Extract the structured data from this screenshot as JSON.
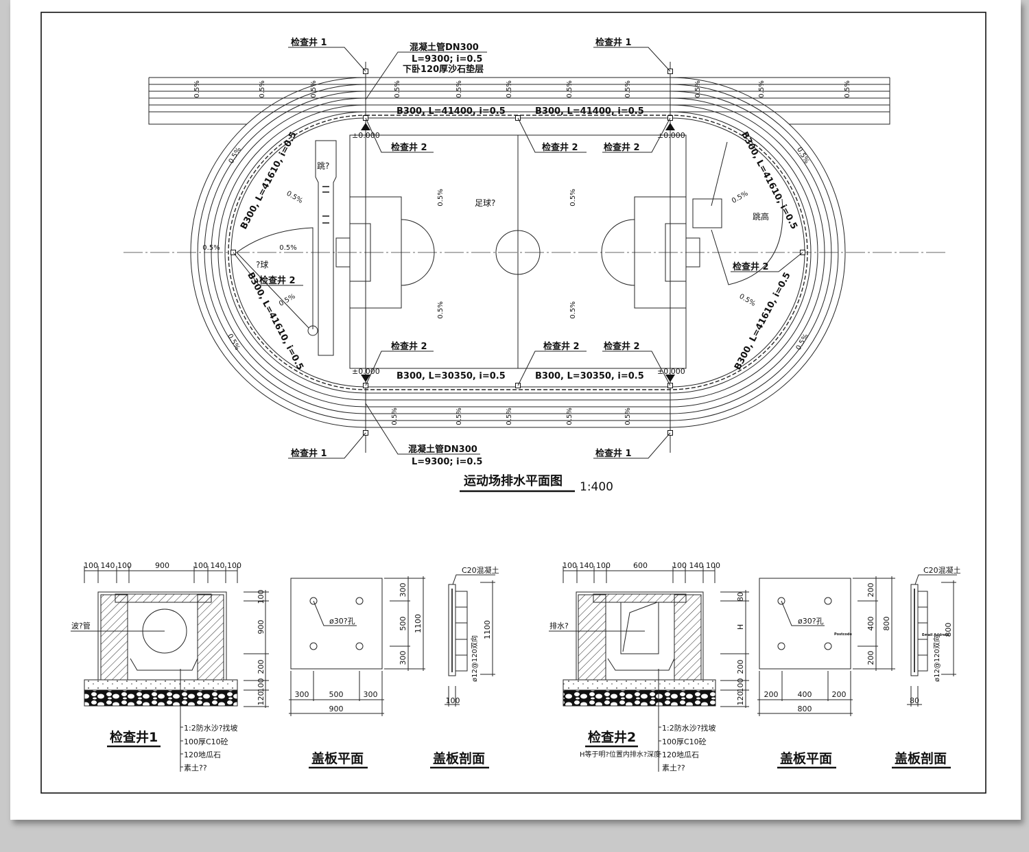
{
  "plan": {
    "title": "运动场排水平面图",
    "scale": "1:400",
    "slope_label": "0.5%",
    "elevation": "±0.000",
    "well1_label": "检查井 1",
    "well2_label": "检查井 2",
    "pipe_top": {
      "line1": "混凝土管DN300",
      "line2": "L=9300; i=0.5",
      "line3": "下卧120厚沙石垫层"
    },
    "pipe_bottom": {
      "line1": "混凝土管DN300",
      "line2": "L=9300; i=0.5"
    },
    "drain_top": "B300, L=41400, i=0.5",
    "drain_bottom": "B300, L=30350, i=0.5",
    "drain_curve": "B300, L=41610, i=0.5",
    "football": "足球?",
    "long_jump": "跳?",
    "shot_put": "?球",
    "high_jump": "跳高"
  },
  "details": {
    "well1": {
      "title": "检查井1",
      "top_dims": [
        "100 140 100",
        "900",
        "100 140 100"
      ],
      "side_dims": [
        "100",
        "900",
        "200",
        "100",
        "120"
      ],
      "pipe_label": "波?管",
      "layers": [
        "1:2防水沙?找坡",
        "100厚C10砼",
        "120地瓜石",
        "素土??"
      ]
    },
    "cover1_plan": {
      "title": "盖板平面",
      "side_dims": [
        "300",
        "500",
        "300"
      ],
      "side_total": "1100",
      "bottom_dims": [
        "300",
        "500",
        "300"
      ],
      "bottom_total": "900",
      "hole_label": "ø30?孔"
    },
    "cover1_section": {
      "title": "盖板剖面",
      "material": "C20混凝土",
      "rebar": "ø12@120双向",
      "height": "1100",
      "thickness": "100"
    },
    "well2": {
      "title": "检查井2",
      "note": "H等于明?位置内排水?深度",
      "top_dims": [
        "100 140 100",
        "600",
        "100 140 100"
      ],
      "side_dims": [
        "80",
        "H",
        "200",
        "100",
        "120"
      ],
      "pipe_label": "排水?",
      "layers": [
        "1:2防水沙?找坡",
        "100厚C10砼",
        "120地瓜石",
        "素土??"
      ]
    },
    "cover2_plan": {
      "title": "盖板平面",
      "side_dims": [
        "200",
        "400",
        "200"
      ],
      "side_total": "800",
      "bottom_dims": [
        "200",
        "400",
        "200"
      ],
      "bottom_total": "800",
      "hole_label": "ø30?孔",
      "stray_text": "Postcode"
    },
    "cover2_section": {
      "title": "盖板剖面",
      "material": "C20混凝土",
      "rebar": "ø12@120双向",
      "height": "800",
      "thickness": "80",
      "stray_text": "Email Address"
    }
  }
}
